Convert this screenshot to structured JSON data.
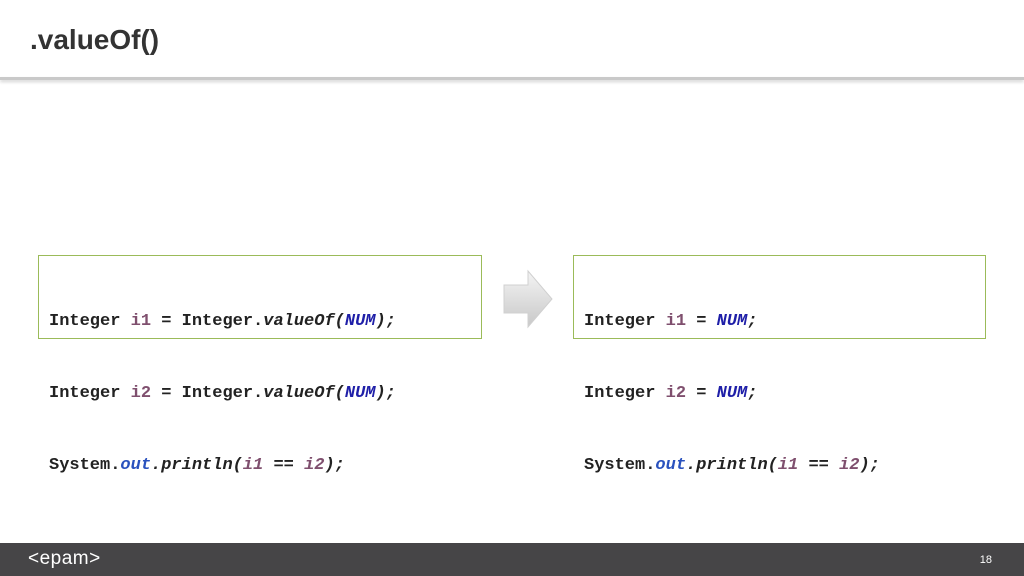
{
  "slide": {
    "title": ".valueOf()",
    "page_number": "18"
  },
  "left_code": {
    "line1": {
      "type": "Integer ",
      "var": "i1",
      "eq": " = Integer.",
      "method": "valueOf(",
      "const": "NUM",
      "end": ");"
    },
    "line2": {
      "type": "Integer ",
      "var": "i2",
      "eq": " = Integer.",
      "method": "valueOf(",
      "const": "NUM",
      "end": ");"
    },
    "line3": {
      "cls": "System.",
      "field": "out",
      "call": ".println(",
      "var1": "i1",
      "op": " == ",
      "var2": "i2",
      "end": ");"
    }
  },
  "right_code": {
    "line1": {
      "type": "Integer ",
      "var": "i1",
      "eq": " = ",
      "const": "NUM",
      "end": ";"
    },
    "line2": {
      "type": "Integer ",
      "var": "i2",
      "eq": " = ",
      "const": "NUM",
      "end": ";"
    },
    "line3": {
      "cls": "System.",
      "field": "out",
      "call": ".println(",
      "var1": "i1",
      "op": " == ",
      "var2": "i2",
      "end": ");"
    }
  },
  "footer": {
    "logo_text": "<epam>"
  },
  "colors": {
    "box_border": "#9bbb59",
    "footer_bg": "#464547",
    "variable": "#7f4f6e",
    "constant": "#1f1fa8",
    "static_field": "#2a52be"
  },
  "icons": {
    "arrow": "right-arrow-icon"
  }
}
